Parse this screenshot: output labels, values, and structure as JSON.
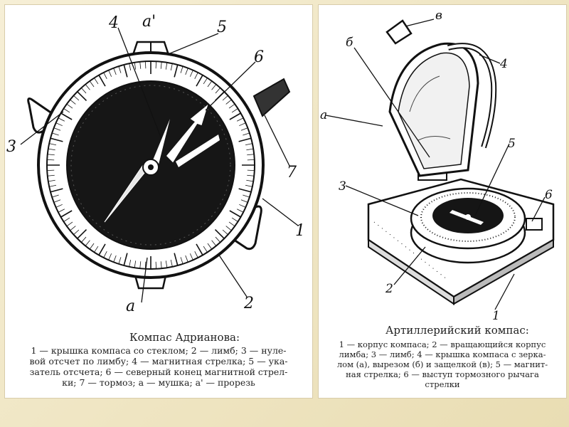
{
  "left": {
    "labels": {
      "l4": "4",
      "la2": "a'",
      "l5": "5",
      "l6": "6",
      "l3": "3",
      "l7": "7",
      "l1": "1",
      "l2": "2",
      "la": "a"
    },
    "title": "Компас Адрианова:",
    "caption": [
      "1 — крышка компаса со стеклом; 2 — лимб; 3 — нуле-",
      "вой отсчет по лимбу; 4 — магнитная стрелка; 5 — ука-",
      "затель отсчета; 6 — северный конец магнитной стрел-",
      "ки; 7 — тормоз; а — мушка; а' — прорезь"
    ]
  },
  "right": {
    "labels": {
      "lv": "в",
      "lb": "б",
      "l4": "4",
      "la": "а",
      "l5": "5",
      "l3": "3",
      "l6": "6",
      "l2": "2",
      "l1": "1"
    },
    "title": "Артиллерийский компас:",
    "caption": [
      "1 — корпус компаса; 2 — вращающийся корпус",
      "лимба; 3 — лимб; 4 — крышка компаса с зерка-",
      "лом (а), вырезом (б) и защелкой (в); 5 — магнит-",
      "ная стрелка; 6 — выступ тормозного рычага",
      "стрелки"
    ]
  }
}
